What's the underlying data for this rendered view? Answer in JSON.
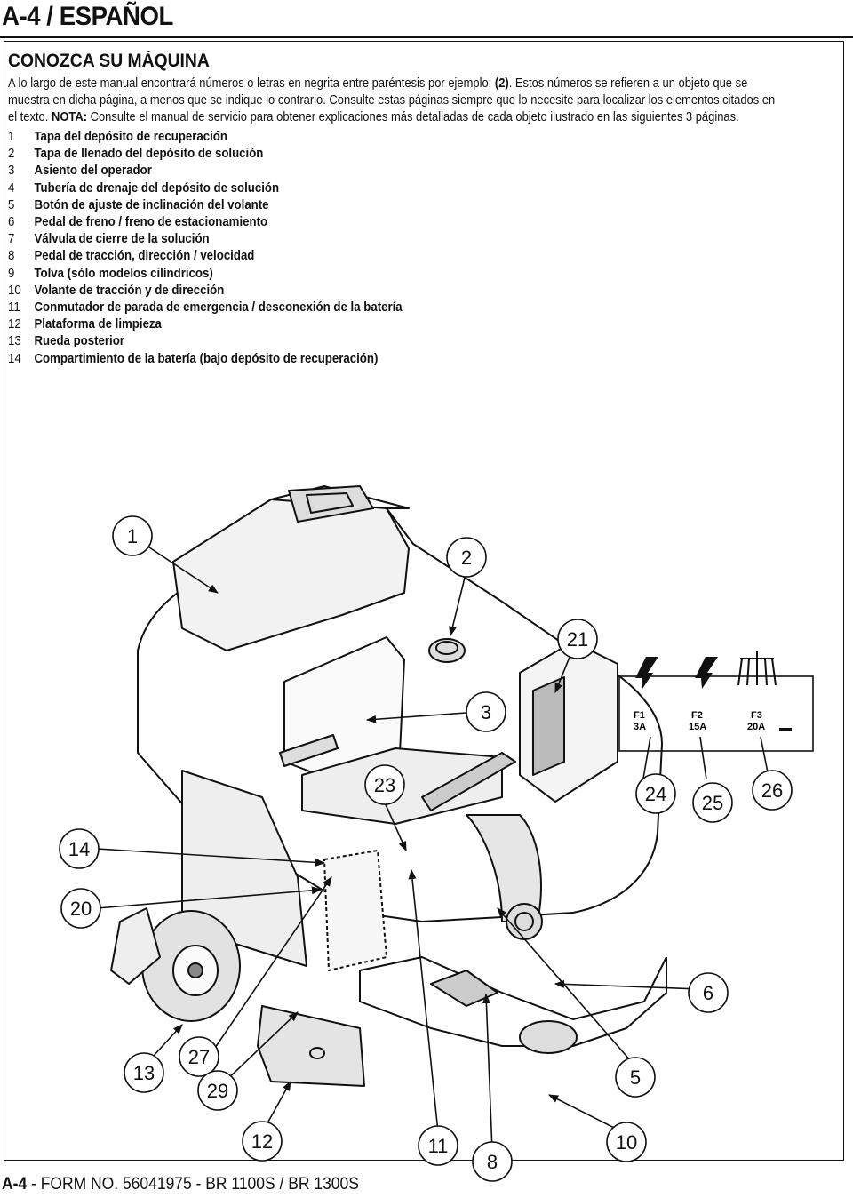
{
  "header": {
    "title": "A-4 / ESPAÑOL"
  },
  "section": {
    "title": "CONOZCA SU MÁQUINA",
    "intro_part1": "A lo largo de este manual encontrará números o letras en negrita entre paréntesis   por ejemplo: ",
    "intro_bold1": "(2)",
    "intro_part2": ". Estos números se refieren a un objeto que se muestra en dicha página, a menos que se indique lo contrario.  Consulte estas páginas siempre que lo necesite para localizar los elementos citados en el texto. ",
    "intro_bold2": "NOTA:",
    "intro_part3": " Consulte el manual de servicio para obtener explicaciones más detalladas de cada objeto ilustrado en las siguientes 3 páginas."
  },
  "parts": [
    {
      "num": "1",
      "label": "Tapa del depósito de recuperación"
    },
    {
      "num": "2",
      "label": "Tapa de llenado del depósito de solución"
    },
    {
      "num": "3",
      "label": "Asiento del operador"
    },
    {
      "num": "4",
      "label": "Tubería de drenaje del depósito de solución"
    },
    {
      "num": "5",
      "label": "Botón de ajuste de inclinación del volante"
    },
    {
      "num": "6",
      "label": "Pedal de freno / freno de estacionamiento"
    },
    {
      "num": "7",
      "label": "Válvula de cierre de la solución"
    },
    {
      "num": "8",
      "label": "Pedal de tracción, dirección / velocidad"
    },
    {
      "num": "9",
      "label": "Tolva (sólo modelos cilíndricos)"
    },
    {
      "num": "10",
      "label": "Volante de tracción y de dirección"
    },
    {
      "num": "11",
      "label": "Conmutador de parada de emergencia / desconexión de la batería"
    },
    {
      "num": "12",
      "label": "Plataforma de limpieza"
    },
    {
      "num": "13",
      "label": "Rueda posterior"
    },
    {
      "num": "14",
      "label": "Compartimiento de la batería (bajo depósito de recuperación)"
    }
  ],
  "figure": {
    "callouts": [
      "1",
      "2",
      "21",
      "3",
      "23",
      "24",
      "25",
      "26",
      "14",
      "20",
      "6",
      "13",
      "27",
      "29",
      "5",
      "12",
      "11",
      "8",
      "10"
    ],
    "fuses": [
      {
        "name": "F1",
        "rating": "3A"
      },
      {
        "name": "F2",
        "rating": "15A"
      },
      {
        "name": "F3",
        "rating": "20A"
      }
    ]
  },
  "footer": {
    "page": "A-4",
    "text": " - FORM NO. 56041975 - BR 1100S / BR 1300S"
  }
}
